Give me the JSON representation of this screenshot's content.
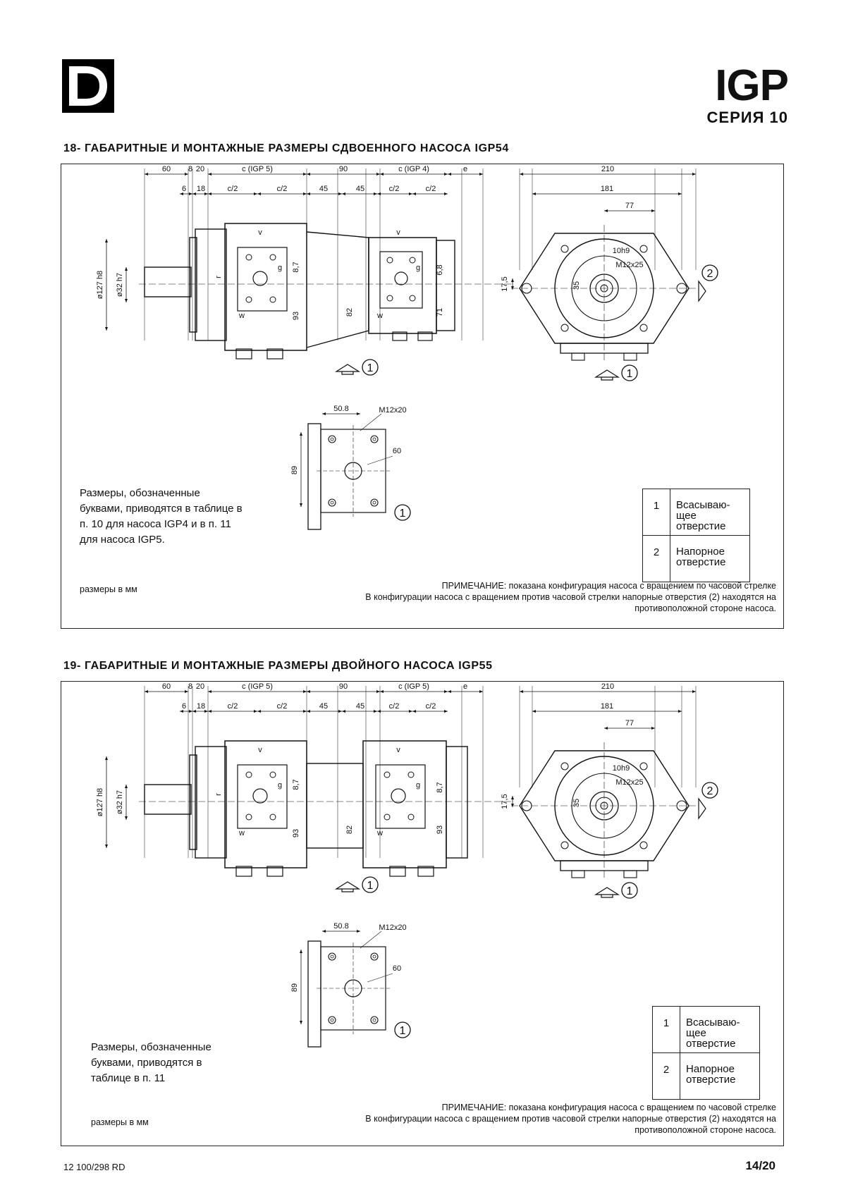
{
  "header": {
    "brand_title": "IGP",
    "series": "СЕРИЯ  10"
  },
  "sections": [
    {
      "heading": "18- ГАБАРИТНЫЕ И МОНТАЖНЫЕ РАЗМЕРЫ СДВОЕННОГО  НАСОСА IGP54",
      "note_left": [
        "Размеры, обозначенные",
        "буквами, приводятся в таблице в",
        "п. 10 для насоса IGP4 и в п. 11",
        "для насоса IGP5."
      ],
      "units": "размеры в мм",
      "note_right": [
        "ПРИМЕЧАНИЕ: показана конфигурация насоса с вращением по часовой стрелке",
        "В конфигурации насоса с вращением против часовой стрелки напорные отверстия (2) находятся на",
        "противоположной стороне насоса."
      ],
      "dims_top1": [
        "60",
        "8",
        "20",
        "c (IGP 5)",
        "90",
        "c (IGP 4)",
        "e",
        "210"
      ],
      "dims_top2": [
        "6",
        "18",
        "c/2",
        "c/2",
        "45",
        "45",
        "c/2",
        "c/2",
        "181"
      ],
      "dim_77": "77",
      "dims_side": [
        "ø127 h8",
        "ø32 h7",
        "r",
        "8,7",
        "93",
        "82",
        "6,8",
        "71",
        "17,5",
        "35"
      ],
      "labels": [
        "v",
        "g",
        "w",
        "10h9",
        "M12x25"
      ],
      "port_dims": [
        "50.8",
        "M12x20",
        "60",
        "89"
      ],
      "port_refs": [
        "1",
        "2"
      ]
    },
    {
      "heading": "19- ГАБАРИТНЫЕ И МОНТАЖНЫЕ РАЗМЕРЫ ДВОЙНОГО НАСОСА IGP55",
      "note_left": [
        "Размеры, обозначенные",
        "буквами, приводятся в",
        "таблице в п. 11"
      ],
      "units": "размеры в мм",
      "note_right": [
        "ПРИМЕЧАНИЕ: показана конфигурация насоса с вращением по часовой стрелке",
        "В конфигурации насоса с вращением против часовой стрелки напорные отверстия (2) находятся на",
        "противоположной стороне насоса."
      ],
      "dims_top1": [
        "60",
        "8",
        "20",
        "c (IGP 5)",
        "90",
        "c (IGP 5)",
        "e",
        "210"
      ],
      "dims_top2": [
        "6",
        "18",
        "c/2",
        "c/2",
        "45",
        "45",
        "c/2",
        "c/2",
        "181"
      ],
      "dim_77": "77",
      "dims_side": [
        "ø127 h8",
        "ø32 h7",
        "r",
        "8,7",
        "93",
        "82",
        "8,7",
        "93",
        "17,5",
        "35"
      ],
      "labels": [
        "v",
        "g",
        "w",
        "10h9",
        "M12x25"
      ],
      "port_dims": [
        "50.8",
        "M12x20",
        "60",
        "89"
      ],
      "port_refs": [
        "1",
        "2"
      ]
    }
  ],
  "legend": [
    {
      "num": "1",
      "text": [
        "Всасываю-",
        "щее",
        "отверстие"
      ]
    },
    {
      "num": "2",
      "text": [
        "Напорное",
        "отверстие"
      ]
    }
  ],
  "footer": {
    "doc_code": "12 100/298 RD",
    "page": "14/20"
  }
}
